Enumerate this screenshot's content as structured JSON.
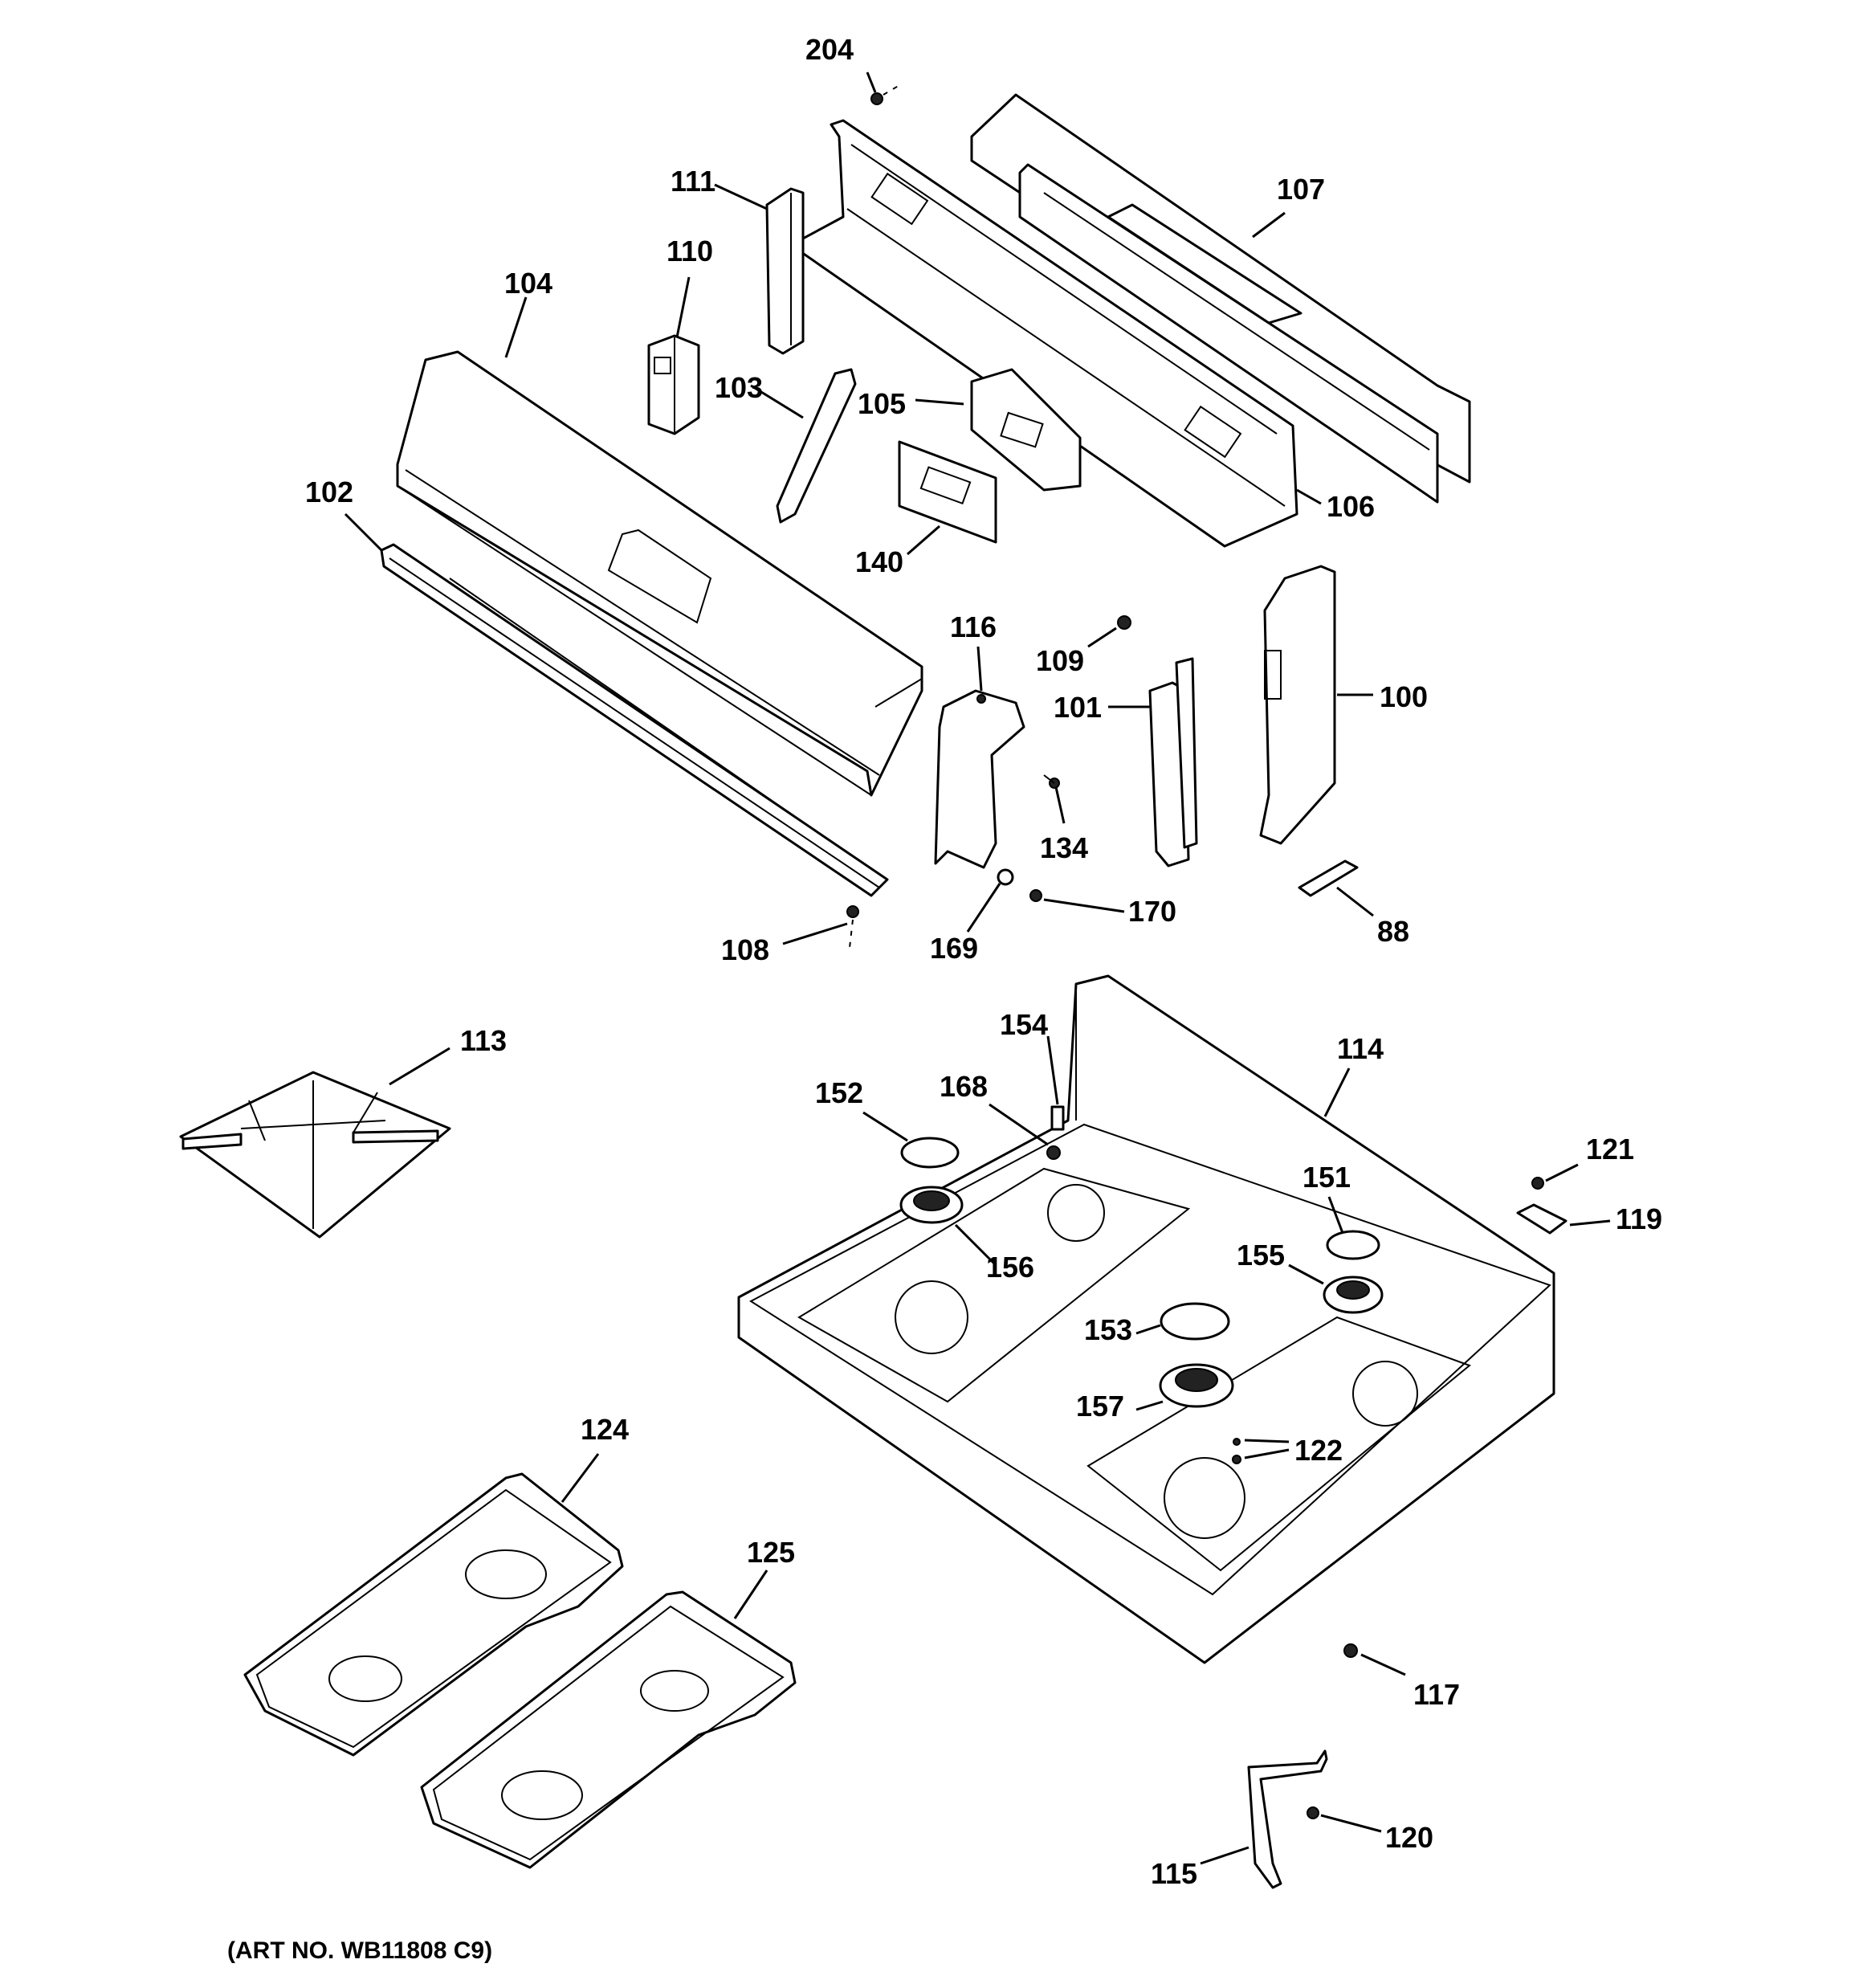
{
  "diagram": {
    "art_number": "(ART NO. WB11808 C9)",
    "callouts": {
      "p204": "204",
      "p111": "111",
      "p107": "107",
      "p110": "110",
      "p104": "104",
      "p103": "103",
      "p105": "105",
      "p102": "102",
      "p106": "106",
      "p140": "140",
      "p116": "116",
      "p109": "109",
      "p100": "100",
      "p101": "101",
      "p134": "134",
      "p170": "170",
      "p108": "108",
      "p169": "169",
      "p88": "88",
      "p113": "113",
      "p154": "154",
      "p114": "114",
      "p152": "152",
      "p168": "168",
      "p121": "121",
      "p151": "151",
      "p119": "119",
      "p156": "156",
      "p155": "155",
      "p153": "153",
      "p157": "157",
      "p122": "122",
      "p124": "124",
      "p125": "125",
      "p117": "117",
      "p120": "120",
      "p115": "115"
    }
  }
}
